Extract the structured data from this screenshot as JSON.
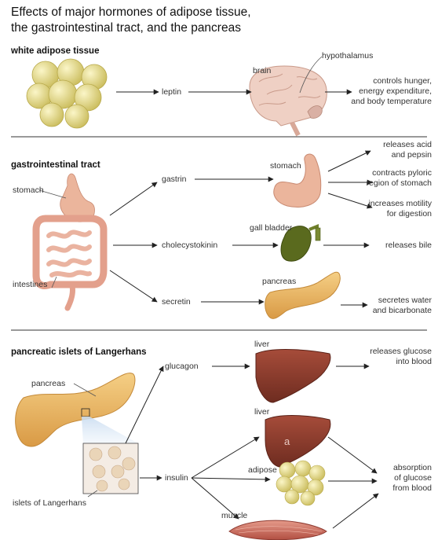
{
  "title": {
    "line1": "Effects of major hormones of adipose tissue,",
    "line2": "the gastrointestinal tract, and the pancreas"
  },
  "sections": {
    "adipose": "white adipose tissue",
    "gi": "gastrointestinal tract",
    "pancreas": "pancreatic islets of Langerhans"
  },
  "adipose": {
    "hormone": "leptin",
    "brain": "brain",
    "hypothalamus": "hypothalamus",
    "effect": [
      "controls hunger,",
      "energy expenditure,",
      "and body temperature"
    ]
  },
  "gi": {
    "stomach_left": "stomach",
    "intestines": "intestines",
    "gastrin": "gastrin",
    "stomach_right": "stomach",
    "gastrin_effects": [
      [
        "releases acid",
        "and pepsin"
      ],
      [
        "contracts pyloric",
        "region of stomach"
      ],
      [
        "increases motility",
        "for digestion"
      ]
    ],
    "cck": "cholecystokinin",
    "gallbladder": "gall bladder",
    "cck_effect": "releases bile",
    "secretin": "secretin",
    "pancreas": "pancreas",
    "secretin_effect": [
      "secretes water",
      "and bicarbonate"
    ]
  },
  "islets": {
    "pancreas": "pancreas",
    "islets": "islets of Langerhans",
    "glucagon": "glucagon",
    "liver1": "liver",
    "glucagon_effect": [
      "releases glucose",
      "into blood"
    ],
    "insulin": "insulin",
    "liver2": "liver",
    "adipose": "adipose",
    "muscle": "muscle",
    "insulin_effect": [
      "absorption",
      "of glucose",
      "from blood"
    ],
    "watermark": "a"
  },
  "colors": {
    "fat": "#e8dc8a",
    "organ_pink": "#ebb59c",
    "liver": "#8a3b2c",
    "gallbladder": "#5a6a1e",
    "pancreas": "#e9b86a",
    "muscle": "#c86a5a",
    "arrow": "#222222",
    "divider": "#333333",
    "zoom": "#a9c8e8"
  }
}
